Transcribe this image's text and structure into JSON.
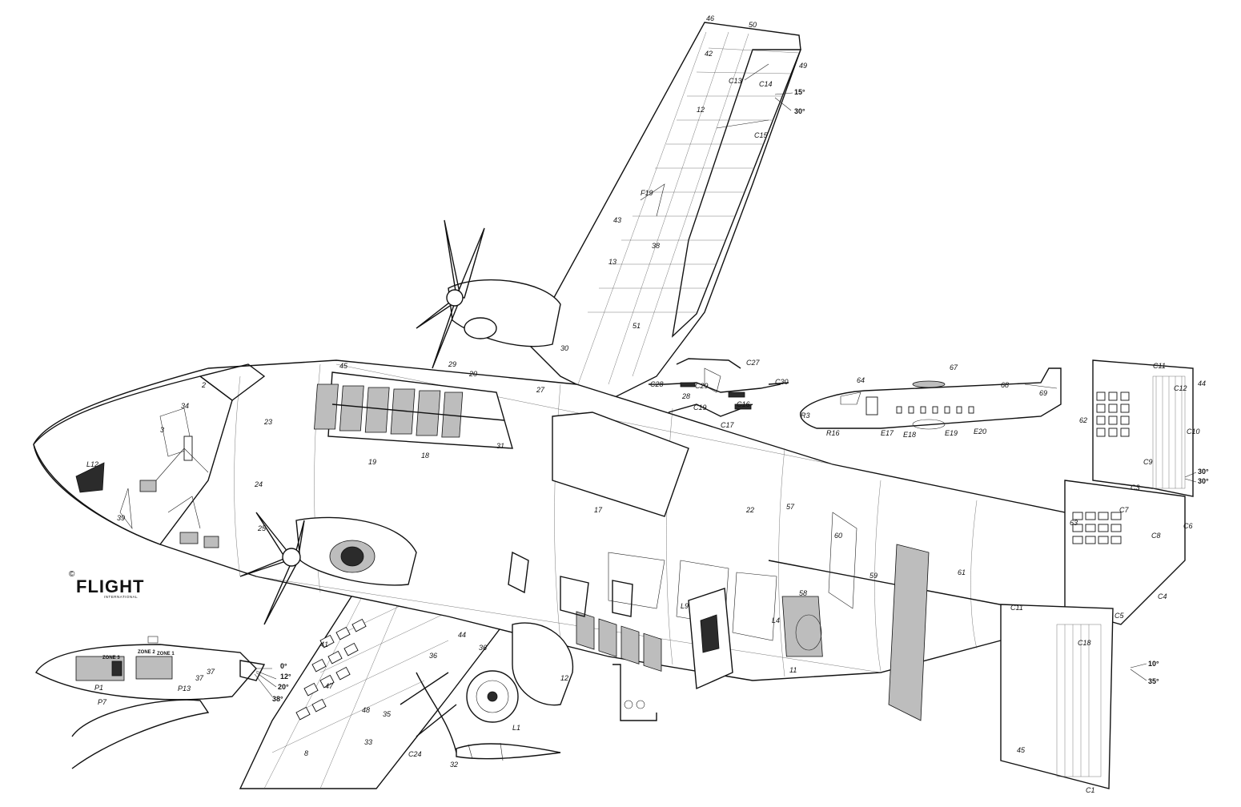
{
  "copyright_symbol": "©",
  "brand": {
    "name": "FLIGHT",
    "subtitle": "INTERNATIONAL"
  },
  "deflection_angles": {
    "upper_wing": [
      "15°",
      "30°"
    ],
    "tailplane": [
      "30°",
      "30°"
    ],
    "elevator": [
      "10°",
      "35°"
    ],
    "inset_flap": [
      "0°",
      "12°",
      "20°",
      "38°"
    ]
  },
  "inset_zones": [
    "ZONE 3",
    "ZONE 2",
    "ZONE 1"
  ],
  "callouts": {
    "upper_wing": [
      "46",
      "50",
      "42",
      "49",
      "C13",
      "C14",
      "12",
      "C15",
      "F19",
      "43",
      "38",
      "13",
      "51"
    ],
    "fuselage_top": [
      "45",
      "20",
      "19",
      "18",
      "27",
      "17",
      "22",
      "C27",
      "C28",
      "28",
      "C29",
      "C30",
      "C19",
      "C17",
      "C16"
    ],
    "nose": [
      "L12",
      "39",
      "34",
      "2",
      "3",
      "23",
      "24",
      "25",
      "29",
      "30",
      "31"
    ],
    "lower": [
      "41",
      "47",
      "48",
      "8",
      "33",
      "35",
      "36",
      "36",
      "C24",
      "32",
      "37",
      "44",
      "12",
      "L9",
      "L4",
      "L1"
    ],
    "tail": [
      "C11",
      "C12",
      "C10",
      "44",
      "C9",
      "62",
      "C6",
      "C8",
      "C5",
      "C4",
      "C7",
      "C3",
      "C11",
      "C18",
      "C1",
      "63",
      "45",
      "61",
      "11",
      "59",
      "60",
      "58",
      "57"
    ],
    "side_view": [
      "64",
      "67",
      "68",
      "69",
      "R3",
      "R16",
      "E17",
      "E18",
      "E19",
      "E20"
    ],
    "inset_engine": [
      "P1",
      "P7",
      "P13",
      "37"
    ]
  }
}
